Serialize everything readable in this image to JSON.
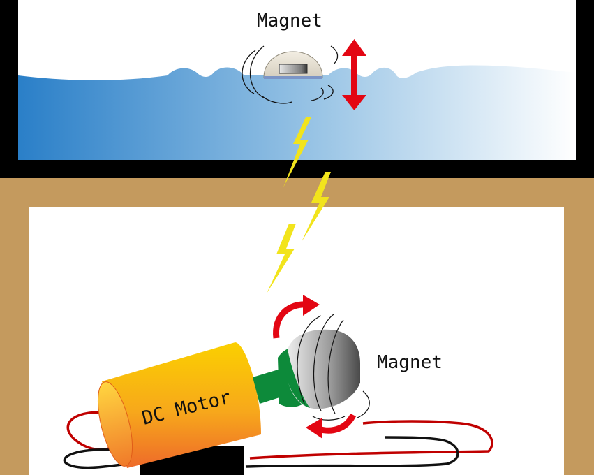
{
  "labels": {
    "top_magnet": "Magnet",
    "bottom_magnet": "Magnet",
    "motor": "DC Motor"
  },
  "colors": {
    "frame": "#000000",
    "table_wood": "#c49a5e",
    "water_deep": "#2a7fc8",
    "water_light": "#ffffff",
    "motion_arrow": "#e30613",
    "lightning": "#f2e41c",
    "motor_top": "#fbd000",
    "motor_bottom": "#ee6a2a",
    "shaft": "#0d8a3a",
    "wire_red": "#c00000",
    "wire_black": "#111111"
  },
  "icons": {
    "vertical_motion": "double-arrow-vertical-icon",
    "rotation": "curved-rotation-arrow-icon",
    "magnetic_interaction": "lightning-bolt-icon"
  }
}
